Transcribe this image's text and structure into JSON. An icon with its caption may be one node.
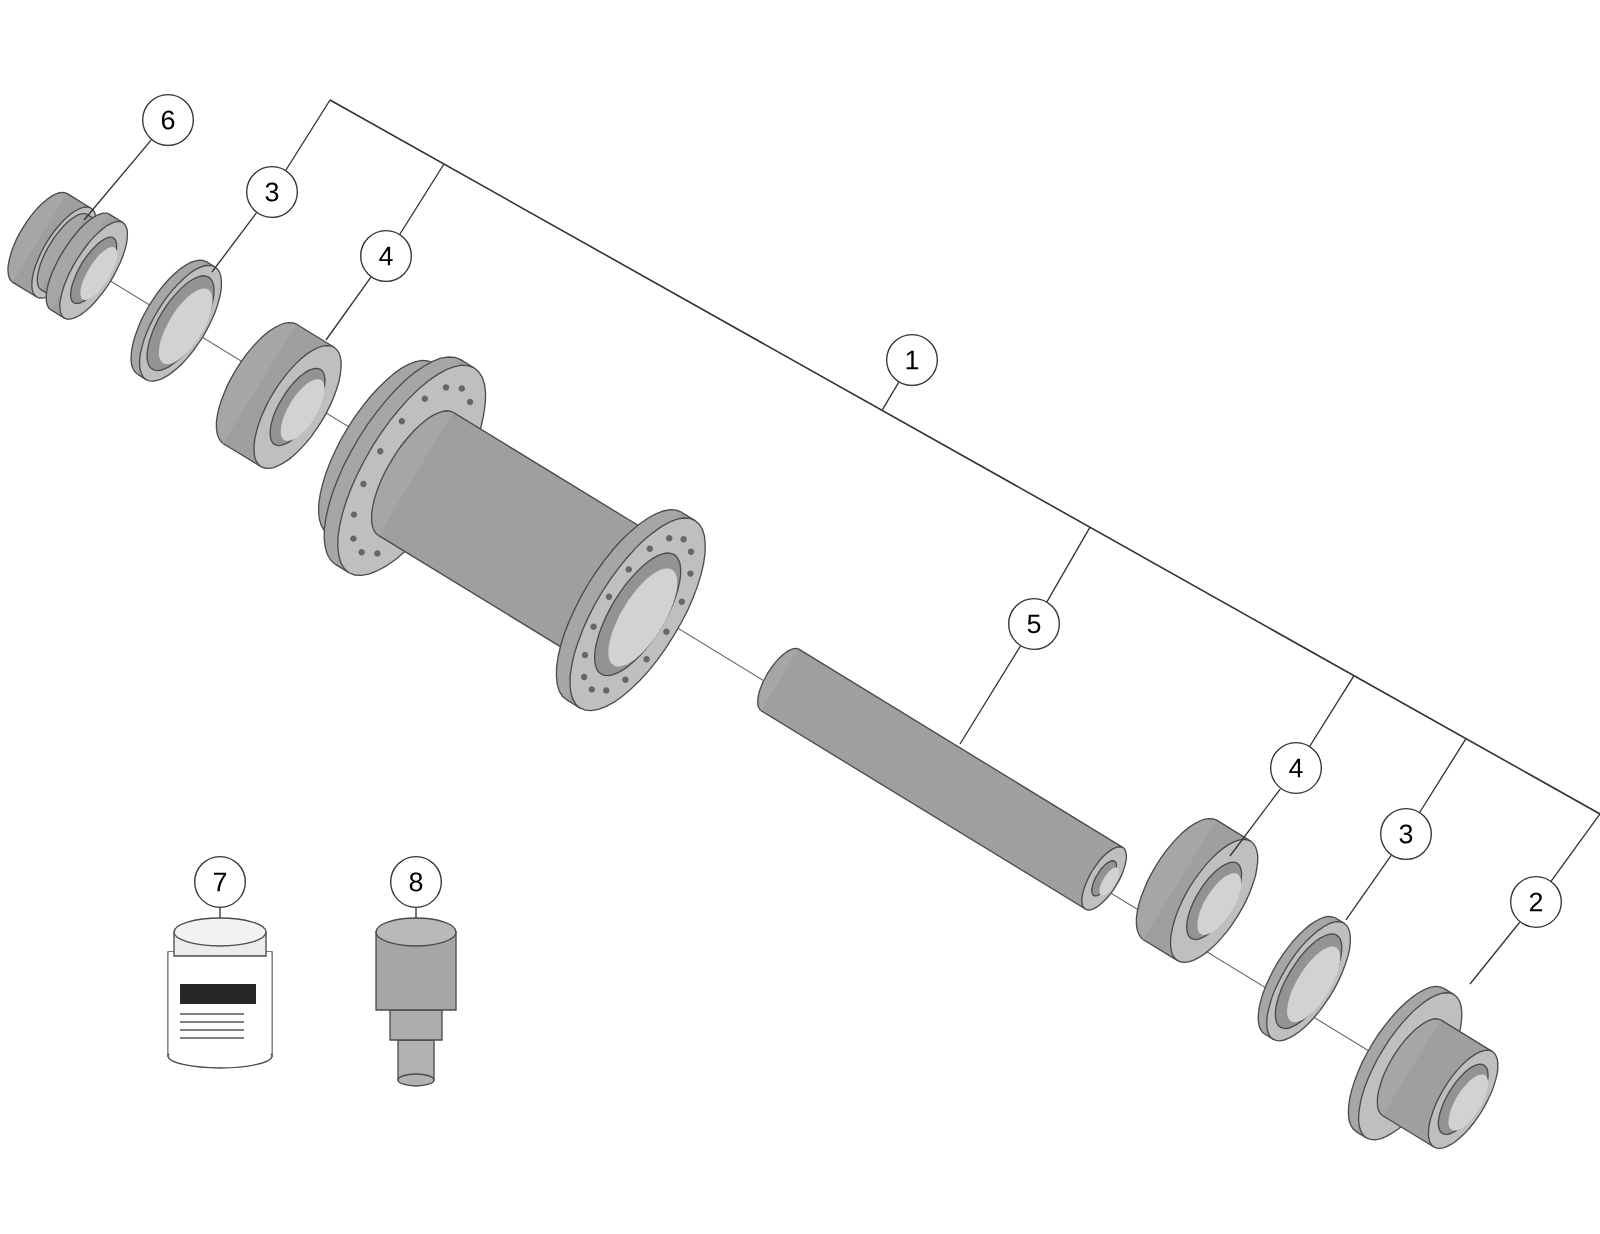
{
  "diagram": {
    "nodes": [
      {
        "text": [
          "6"
        ]
      },
      {
        "text": [
          "3"
        ]
      },
      {
        "text": [
          "4"
        ]
      },
      {
        "text": [
          "1"
        ]
      },
      {
        "text": [
          "5"
        ]
      },
      {
        "text": [
          "4"
        ]
      },
      {
        "text": [
          "3"
        ]
      },
      {
        "text": [
          "2"
        ]
      },
      {
        "text": [
          "7"
        ]
      },
      {
        "text": [
          "8"
        ]
      },
      {
        "text": [],
        "shape": "picture"
      },
      {
        "text": [],
        "shape": "picture"
      },
      {
        "text": [],
        "shape": "picture"
      },
      {
        "text": [],
        "shape": "picture"
      },
      {
        "text": [],
        "shape": "picture"
      },
      {
        "text": [],
        "shape": "picture"
      },
      {
        "text": [],
        "shape": "picture"
      },
      {
        "text": [],
        "shape": "picture"
      },
      {
        "text": [],
        "shape": "picture"
      },
      {
        "text": [],
        "shape": "picture"
      }
    ],
    "edges": [
      {
        "from": 0,
        "to": 10,
        "arrow": "none"
      },
      {
        "from": 1,
        "to": 11,
        "arrow": "none"
      },
      {
        "from": 2,
        "to": 12,
        "arrow": "none"
      },
      {
        "from": 3,
        "to": null,
        "arrow": "none"
      },
      {
        "from": 4,
        "to": 14,
        "arrow": "none"
      },
      {
        "from": 5,
        "to": 15,
        "arrow": "none"
      },
      {
        "from": 6,
        "to": 16,
        "arrow": "none"
      },
      {
        "from": 7,
        "to": 17,
        "arrow": "none"
      },
      {
        "from": 8,
        "to": 18,
        "arrow": "none"
      },
      {
        "from": 9,
        "to": 19,
        "arrow": "none"
      }
    ]
  }
}
